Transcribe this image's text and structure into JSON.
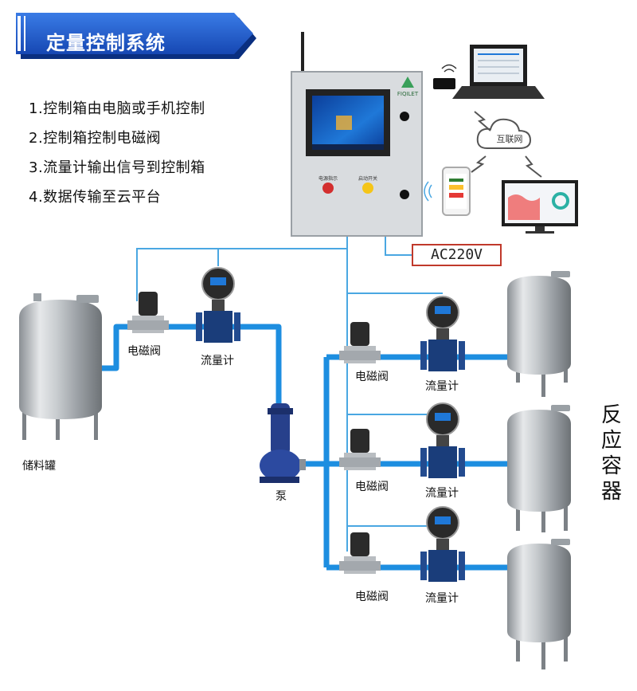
{
  "title": "定量控制系统",
  "features": [
    "1.控制箱由电脑或手机控制",
    "2.控制箱控制电磁阀",
    "3.流量计输出信号到控制箱",
    "4.数据传输至云平台"
  ],
  "control_box": {
    "brand": "FIQILET",
    "button_red": "电源指示",
    "button_yellow": "启动开关"
  },
  "cloud_label": "互联网",
  "power_label": "AC220V",
  "labels": {
    "valve": "电磁阀",
    "flowmeter": "流量计",
    "storage_tank": "储料罐",
    "pump": "泵",
    "reactor": "反应容器"
  },
  "colors": {
    "banner": "#1f5fd0",
    "pipe": "#1d8ee0",
    "signal_line": "#4aa7e2"
  }
}
